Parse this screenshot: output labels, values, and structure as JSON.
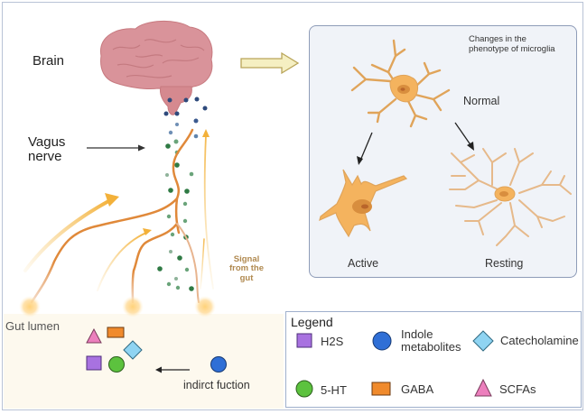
{
  "labels": {
    "brain": "Brain",
    "vagus_nerve": "Vagus\nnerve",
    "signal": "Signal\nfrom the\ngut",
    "gut_lumen": "Gut lumen",
    "indirect": "indirct fuction"
  },
  "microglia_panel": {
    "title": "Changes in the\nphenotype of microglia",
    "normal": "Normal",
    "active": "Active",
    "resting": "Resting"
  },
  "legend": {
    "title": "Legend",
    "items": [
      {
        "shape": "square",
        "label": "H2S",
        "color": "#a872e0"
      },
      {
        "shape": "circle",
        "label": "Indole\nmetabolites",
        "color": "#2f6fd6"
      },
      {
        "shape": "diamond",
        "label": "Catecholamine",
        "color": "#8fd4f2"
      },
      {
        "shape": "circle",
        "label": "5-HT",
        "color": "#5cc23e"
      },
      {
        "shape": "rect",
        "label": "GABA",
        "color": "#f08a2c"
      },
      {
        "shape": "triangle",
        "label": "SCFAs",
        "color": "#ec7fbd"
      }
    ]
  },
  "colors": {
    "nerve": "#e0893a",
    "signal_arrow": "#f5b94a",
    "signal_text": "#b0894f",
    "brain": "#d9939a",
    "microglia": "#f4b35e",
    "gut_bg": "#fdf9ee",
    "panel_bg": "#f0f3f8"
  }
}
